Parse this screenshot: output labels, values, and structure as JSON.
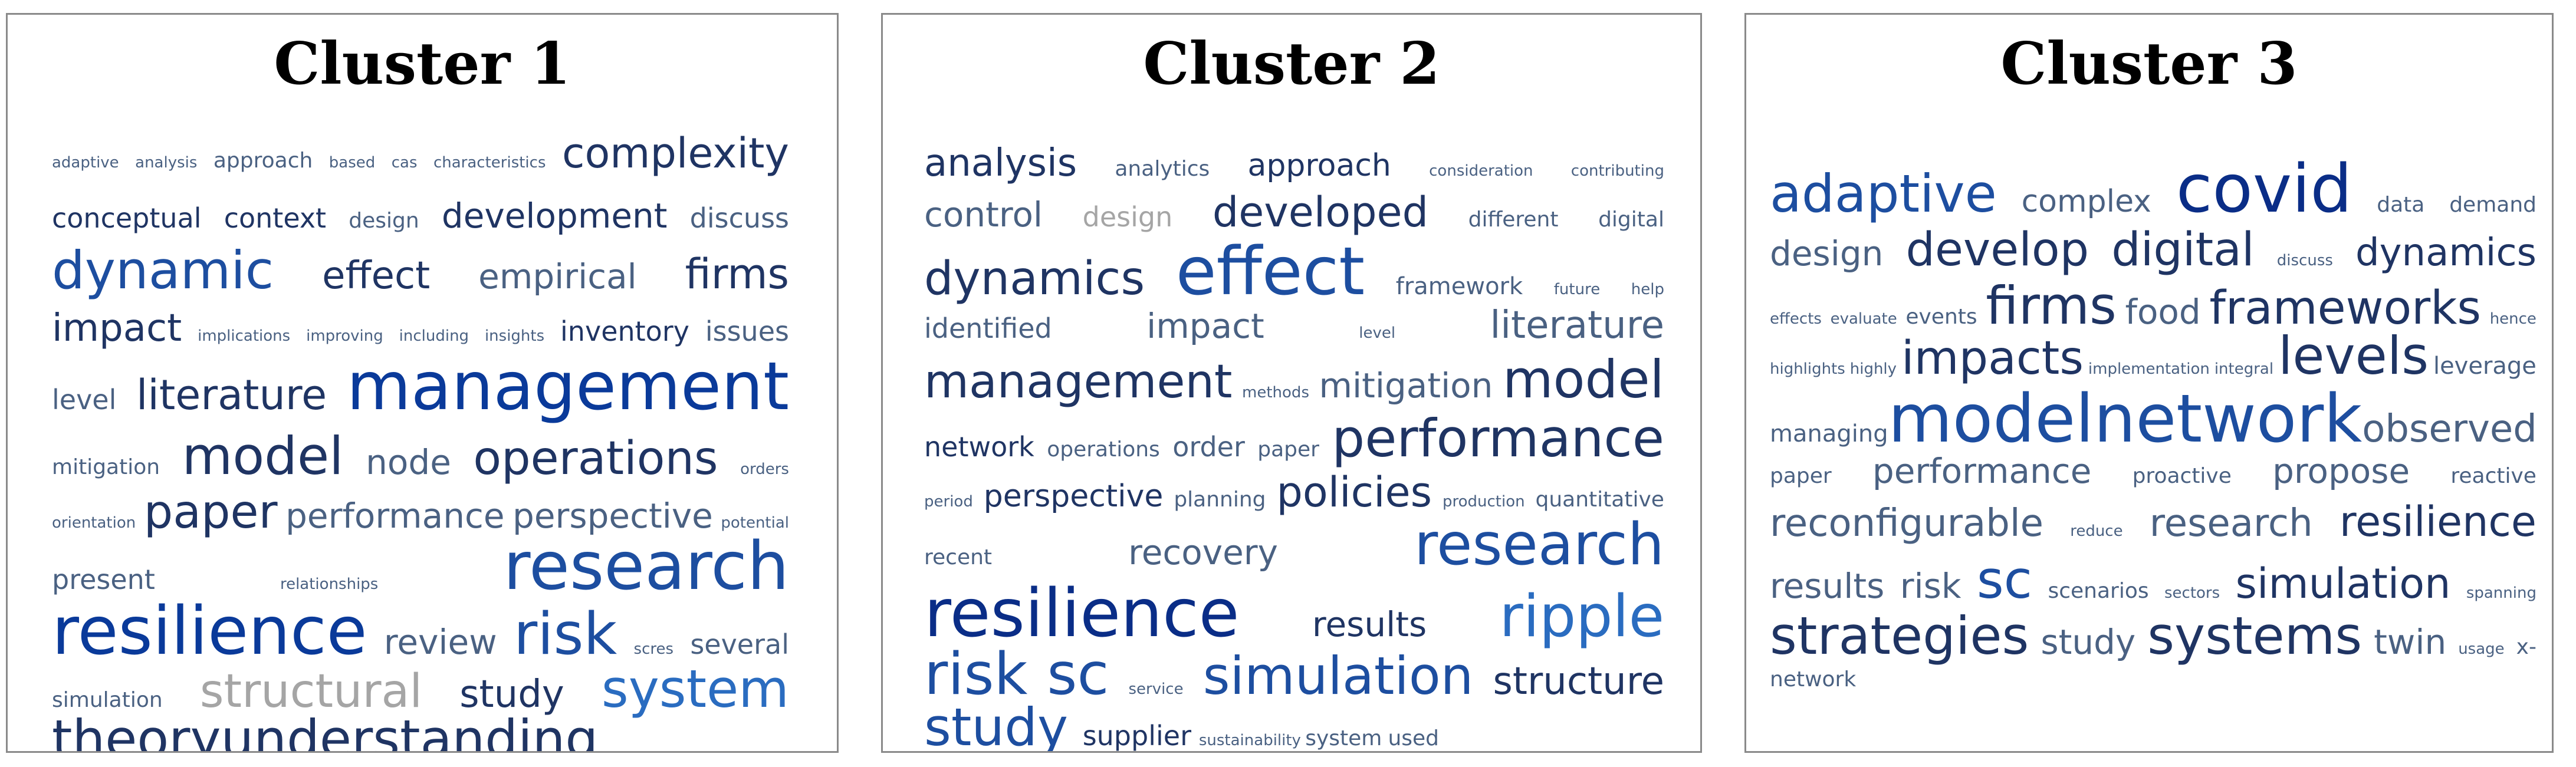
{
  "colors": {
    "navy": "#1f3463",
    "blue": "#1d4ea0",
    "bright": "#2a6cc0",
    "slate": "#4a6182",
    "gray": "#8a97ab",
    "light": "#a5a5a5",
    "dark": "#0a2d87"
  },
  "panels": [
    {
      "title": "Cluster 1",
      "rows": [
        [
          "adaptive",
          "analysis",
          "approach",
          "based",
          "cas",
          "characteristics",
          "complexity"
        ],
        [
          "conceptual",
          "context",
          "design",
          "development",
          "discuss"
        ],
        [
          "dynamic",
          "effect",
          "empirical",
          "firms"
        ],
        [
          "impact",
          "implications",
          "improving",
          "including",
          "insights",
          "inventory",
          "issues"
        ],
        [
          "level",
          "literature",
          "management"
        ],
        [
          "mitigation",
          "model",
          "node",
          "operations",
          "orders"
        ],
        [
          "orientation",
          "paper",
          "performance",
          "perspective",
          "potential"
        ],
        [
          "present",
          "relationships",
          "research"
        ],
        [
          "resilience",
          "review",
          "risk",
          "scres",
          "several"
        ],
        [
          "simulation",
          "structural",
          "study",
          "system"
        ],
        [
          "theory",
          "understanding"
        ]
      ]
    },
    {
      "title": "Cluster 2",
      "rows": [
        [
          "analysis",
          "analytics",
          "approach",
          "consideration",
          "contributing"
        ],
        [
          "control",
          "design",
          "developed",
          "different",
          "digital"
        ],
        [
          "dynamics",
          "effect",
          "framework",
          "future",
          "help"
        ],
        [
          "identified",
          "impact",
          "level",
          "literature"
        ],
        [
          "management",
          "methods",
          "mitigation",
          "model"
        ],
        [
          "network",
          "operations",
          "order",
          "paper",
          "performance"
        ],
        [
          "period",
          "perspective",
          "planning",
          "policies",
          "production",
          "quantitative"
        ],
        [
          "recent",
          "recovery",
          "research"
        ],
        [
          "resilience",
          "results",
          "ripple"
        ],
        [
          "risk",
          "sc",
          "service",
          "simulation",
          "structure"
        ],
        [
          "study",
          "supplier",
          "sustainability",
          "system",
          "used"
        ]
      ]
    },
    {
      "title": "Cluster 3",
      "rows": [
        [
          "adaptive",
          "complex",
          "covid",
          "data",
          "demand"
        ],
        [
          "design",
          "develop",
          "digital",
          "discuss",
          "dynamics"
        ],
        [
          "effects",
          "evaluate",
          "events",
          "firms",
          "food",
          "frameworks",
          "hence"
        ],
        [
          "highlights",
          "highly",
          "impacts",
          "implementation",
          "integral",
          "levels",
          "leverage"
        ],
        [
          "managing",
          "model",
          "network",
          "observed"
        ],
        [
          "paper",
          "performance",
          "proactive",
          "propose",
          "reactive"
        ],
        [
          "reconfigurable",
          "reduce",
          "research",
          "resilience"
        ],
        [
          "results",
          "risk",
          "sc",
          "scenarios",
          "sectors",
          "simulation",
          "spanning"
        ],
        [
          "strategies",
          "study",
          "systems",
          "twin",
          "usage",
          "x-"
        ],
        [
          "network"
        ]
      ]
    }
  ]
}
